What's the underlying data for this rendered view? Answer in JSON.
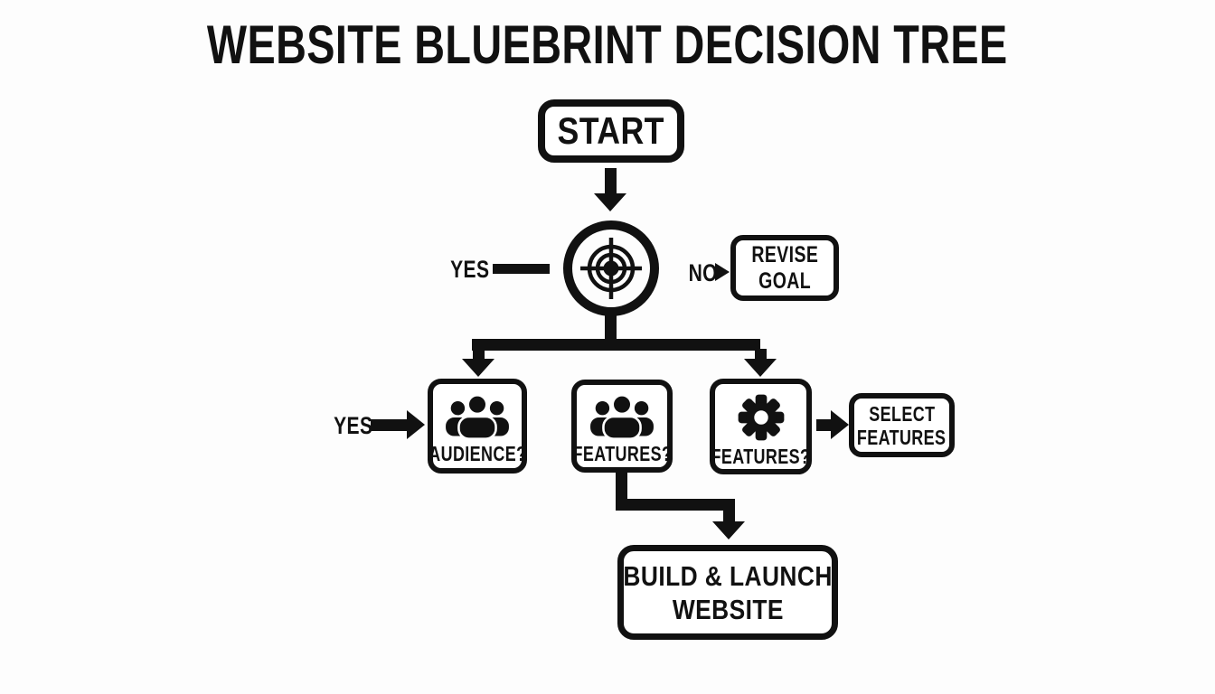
{
  "title": "WEBSITE BLUEBRINT DECISION TREE",
  "colors": {
    "ink": "#111111",
    "background": "#fdfdfd",
    "node_fill": "#ffffff"
  },
  "nodes": {
    "start": {
      "label": "START"
    },
    "goal_check": {
      "icon": "target-icon"
    },
    "revise_goal": {
      "line1": "REVISE",
      "line2": "GOAL"
    },
    "audience": {
      "label": "AUDIENCE?",
      "icon": "people-icon"
    },
    "features_people": {
      "label": "FEATURES?",
      "icon": "people-icon"
    },
    "features_gear": {
      "label": "FEATURES?",
      "icon": "gear-icon"
    },
    "select_features": {
      "line1": "SELECT",
      "line2": "FEATURES"
    },
    "build_launch": {
      "line1": "BUILD & LAUNCH",
      "line2": "WEBSITE"
    }
  },
  "edge_labels": {
    "goal_yes": "YES",
    "goal_no": "NO",
    "audience_yes": "YES"
  }
}
